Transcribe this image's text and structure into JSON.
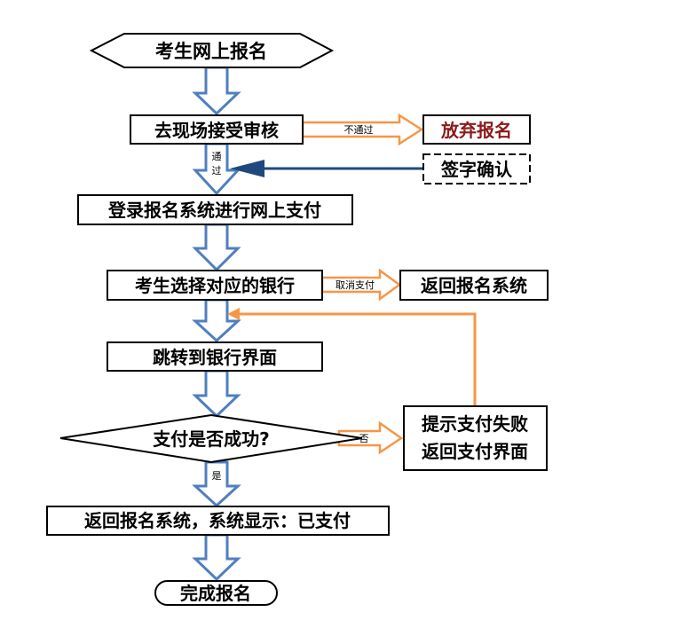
{
  "nodes": {
    "start": "考生网上报名",
    "onsite_review": "去现场接受审核",
    "give_up": "放弃报名",
    "sign_confirm": "签字确认",
    "login_pay": "登录报名系统进行网上支付",
    "choose_bank": "考生选择对应的银行",
    "return_system": "返回报名系统",
    "jump_bank": "跳转到银行界面",
    "pay_success_q": "支付是否成功?",
    "fail_line1": "提示支付失败",
    "fail_line2": "返回支付界面",
    "return_paid": "返回报名系统，系统显示：已支付",
    "end": "完成报名"
  },
  "edge_labels": {
    "not_pass": "不通过",
    "pass_line1": "通",
    "pass_line2": "过",
    "cancel_pay": "取消支付",
    "no": "否",
    "yes": "是"
  },
  "colors": {
    "blue_arrow": "#4f7fbf",
    "orange_arrow": "#f79646",
    "give_up_text": "#8b1a1a",
    "dark_blue": "#1f497d"
  }
}
